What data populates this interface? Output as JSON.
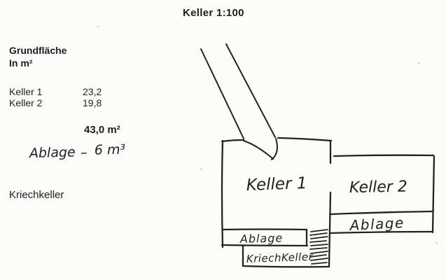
{
  "title": "Keller 1:100",
  "legend": {
    "heading": "Grundfläche\nIn m²",
    "rows": [
      {
        "label": "Keller 1",
        "value": "23,2"
      },
      {
        "label": "Keller 2",
        "value": "19,8"
      }
    ],
    "total": "43,0 m²",
    "note": {
      "label": "Ablage",
      "dash": "–",
      "value": "6 m³"
    },
    "footer": "Kriechkeller"
  },
  "plan": {
    "room1_label": "Keller 1",
    "room2_label": "Keller 2",
    "strip_label": "Ablage",
    "box_label": "Ablage",
    "crawl_label": "KriechKeller"
  },
  "colors": {
    "ink": "#222220",
    "paper": "#fcfcfb"
  }
}
